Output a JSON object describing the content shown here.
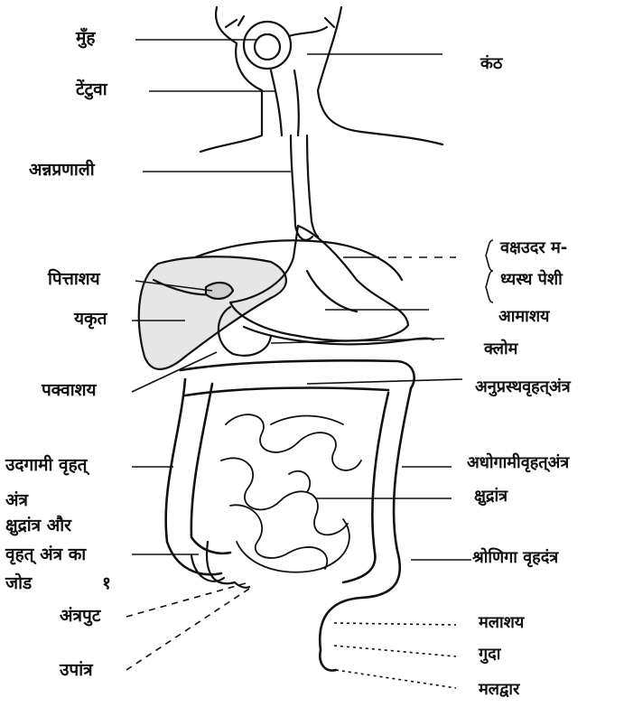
{
  "labels": {
    "left": {
      "mouth": "मुँह",
      "epiglottis": "टेंटुवा",
      "esophagus": "अन्नप्रणाली",
      "gallbladder": "पित्ताशय",
      "liver": "यकृत",
      "duodenum": "पक्वाशय",
      "ascending_colon_1": "उदगामी वृहत्",
      "ascending_colon_2": "अंत्र",
      "junction_1": "क्षुद्रांत्र और",
      "junction_2": "वृहत् अंत्र का",
      "junction_3": "जोड",
      "junction_num": "१",
      "caecum": "अंत्रपुट",
      "appendix": "उपांत्र"
    },
    "right": {
      "throat": "कंठ",
      "diaphragm_1": "वक्षउदर म-",
      "diaphragm_2": "ध्यस्थ पेशी",
      "stomach": "आमाशय",
      "pancreas": "क्लोम",
      "transverse_colon": "अनुप्रस्थवृहत्अंत्र",
      "descending_colon": "अधोगामीवृहत्अंत्र",
      "small_intestine": "क्षुद्रांत्र",
      "sigmoid_colon": "श्रोणिगा वृहदंत्र",
      "rectum": "मलाशय",
      "anal_canal": "गुदा",
      "anus": "मलद्वार"
    }
  },
  "colors": {
    "ink": "#111111",
    "background": "#ffffff"
  }
}
